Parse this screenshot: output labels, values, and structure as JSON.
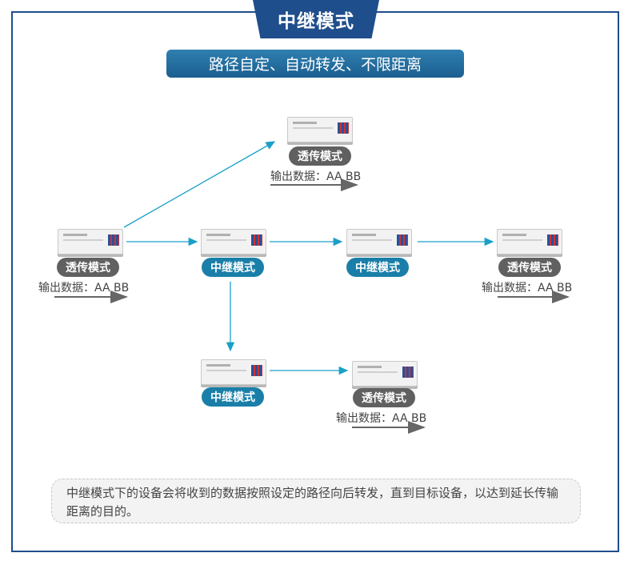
{
  "title": "中继模式",
  "subtitle": "路径自定、自动转发、不限距离",
  "nodes": [
    {
      "id": "n_top",
      "label": "透传模式",
      "style": "gray",
      "output": "输出数据：AA BB"
    },
    {
      "id": "n_left",
      "label": "透传模式",
      "style": "gray",
      "output": "输出数据：AA BB"
    },
    {
      "id": "n_r1",
      "label": "中继模式",
      "style": "blue"
    },
    {
      "id": "n_r2",
      "label": "中继模式",
      "style": "blue"
    },
    {
      "id": "n_right",
      "label": "透传模式",
      "style": "gray",
      "output": "输出数据：AA BB"
    },
    {
      "id": "n_r3",
      "label": "中继模式",
      "style": "blue"
    },
    {
      "id": "n_bottom",
      "label": "透传模式",
      "style": "gray",
      "output": "输出数据：AA BB"
    }
  ],
  "description": "中继模式下的设备会将收到的数据按照设定的路径向后转发，直到目标设备，以达到延长传输距离的目的。",
  "colors": {
    "frame": "#1f4e8c",
    "relay": "#1a7fa8",
    "transparent": "#606060",
    "arrow": "#1aa0c8"
  }
}
